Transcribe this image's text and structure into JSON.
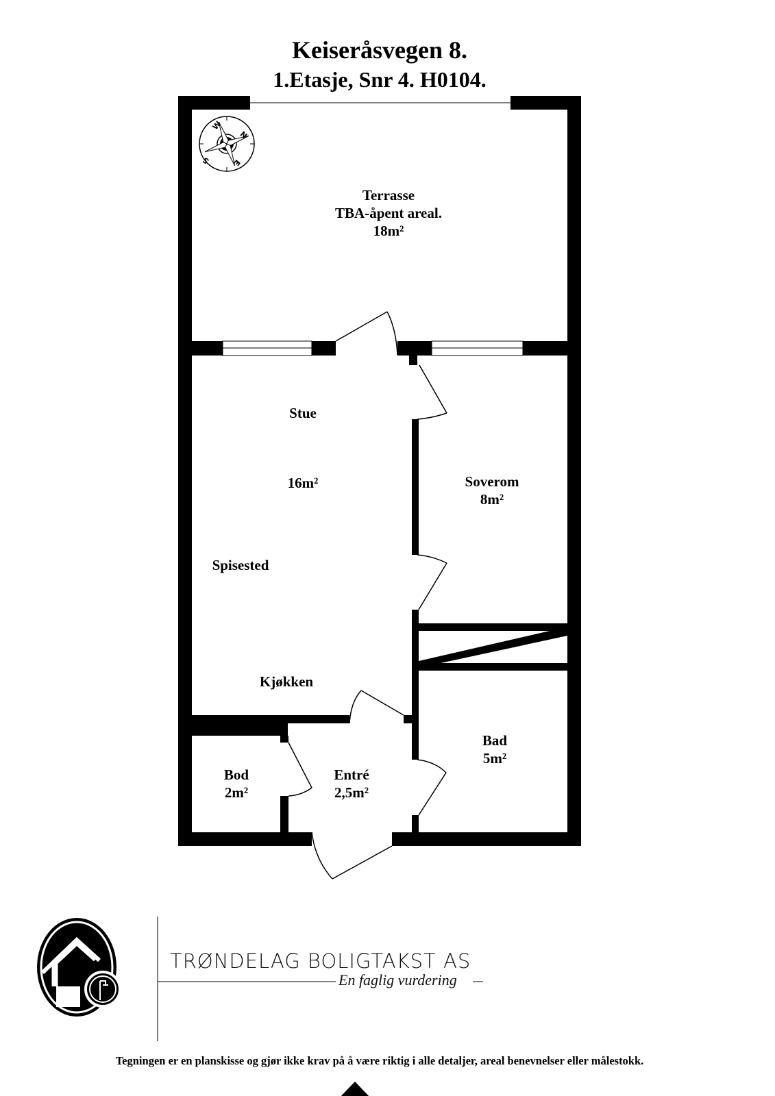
{
  "header": {
    "address": "Keiseråsvegen 8.",
    "unit": "1.Etasje, Snr 4. H0104."
  },
  "compass": {
    "icon": "compass-rose-icon",
    "letters": [
      "W",
      "N",
      "E",
      "S"
    ]
  },
  "rooms": {
    "terrasse": {
      "name": "Terrasse",
      "note": "TBA-åpent areal.",
      "area": "18m²"
    },
    "stue": {
      "name": "Stue",
      "area": "16m²"
    },
    "spisested": {
      "name": "Spisested"
    },
    "kjokken": {
      "name": "Kjøkken"
    },
    "soverom": {
      "name": "Soverom",
      "area": "8m²"
    },
    "bad": {
      "name": "Bad",
      "area": "5m²"
    },
    "bod": {
      "name": "Bod",
      "area": "2m²"
    },
    "entre": {
      "name": "Entré",
      "area": "2,5m²"
    }
  },
  "entrance": {
    "icon": "entrance-arrow-icon"
  },
  "footer": {
    "logo_icon": "house-shower-logo-icon",
    "company": "TRØNDELAG BOLIGTAKST AS",
    "tagline": "En faglig vurdering",
    "disclaimer": "Tegningen er en planskisse og gjør ikke krav på å være riktig i alle detaljer, areal benevnelser eller målestokk."
  },
  "colors": {
    "wall": "#000000",
    "background": "#ffffff"
  }
}
